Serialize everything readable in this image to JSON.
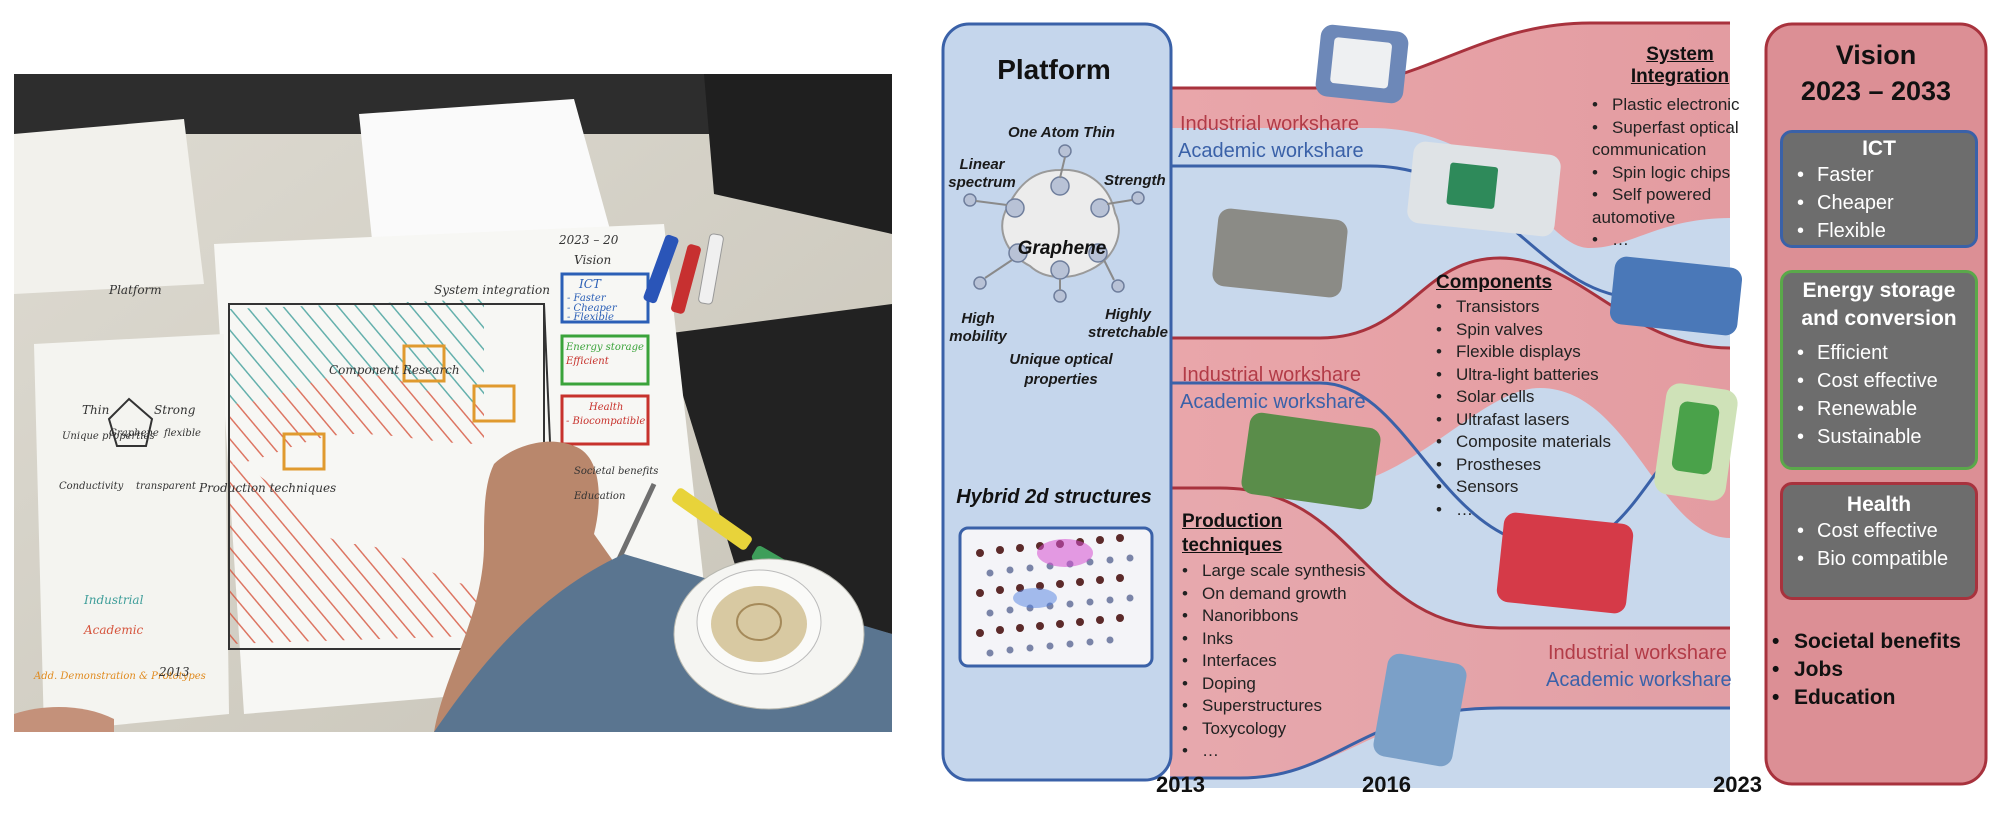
{
  "roadmap": {
    "platform_title": "Platform",
    "graphene": {
      "center": "Graphene",
      "properties": [
        "One Atom Thin",
        "Linear spectrum",
        "Strength",
        "High mobility",
        "Highly stretchable",
        "Unique optical properties"
      ]
    },
    "hybrid_title": "Hybrid 2d structures",
    "workshare_industrial": "Industrial workshare",
    "workshare_academic": "Academic workshare",
    "system_integration": {
      "title": "System Integration",
      "items": [
        "Plastic electronic",
        "Superfast optical communication",
        "Spin logic chips",
        "Self powered automotive",
        "…"
      ]
    },
    "components": {
      "title": "Components",
      "items": [
        "Transistors",
        "Spin valves",
        "Flexible displays",
        "Ultra-light batteries",
        "Solar cells",
        "Ultrafast lasers",
        "Composite materials",
        "Prostheses",
        "Sensors",
        "…"
      ]
    },
    "production": {
      "title": "Production techniques",
      "items": [
        "Large scale synthesis",
        "On demand  growth",
        "Nanoribbons",
        "Inks",
        "Interfaces",
        "Doping",
        "Superstructures",
        "Toxycology",
        "…"
      ]
    },
    "vision": {
      "title": "Vision",
      "period": "2023 – 2033",
      "boxes": [
        {
          "title": "ICT",
          "items": [
            "Faster",
            "Cheaper",
            "Flexible"
          ],
          "border": "#3a61a8"
        },
        {
          "title": "Energy storage and conversion",
          "items": [
            "Efficient",
            "Cost effective",
            "Renewable",
            "Sustainable"
          ],
          "border": "#5aa84a"
        },
        {
          "title": "Health",
          "items": [
            "Cost effective",
            "Bio compatible"
          ],
          "border": "#b23b47"
        }
      ],
      "benefits": [
        "Societal benefits",
        "Jobs",
        "Education"
      ]
    },
    "years": [
      "2013",
      "2016",
      "2023"
    ],
    "colors": {
      "blue_fill": "#c5d6ec",
      "blue_line": "#3a61a8",
      "red_fill": "#e6a4a8",
      "red_line": "#a8323d",
      "vision_fill": "#dc8f95"
    }
  },
  "sketch_photo": {
    "texts": [
      "Platform",
      "System integration",
      "Component Research",
      "Production techniques",
      "2023 – 20",
      "Vision",
      "ICT",
      "- Faster",
      "- Cheaper",
      "- Flexible",
      "Energy storage",
      "Efficient",
      "Health",
      "- Biocompatible",
      "Thin",
      "Strong",
      "Unique properties",
      "Graphene",
      "flexible",
      "Conductivity",
      "transparent",
      "Industrial",
      "Academic",
      "Add. Demonstration & Prototypes",
      "2013",
      "Education",
      "Societal benefits"
    ]
  }
}
